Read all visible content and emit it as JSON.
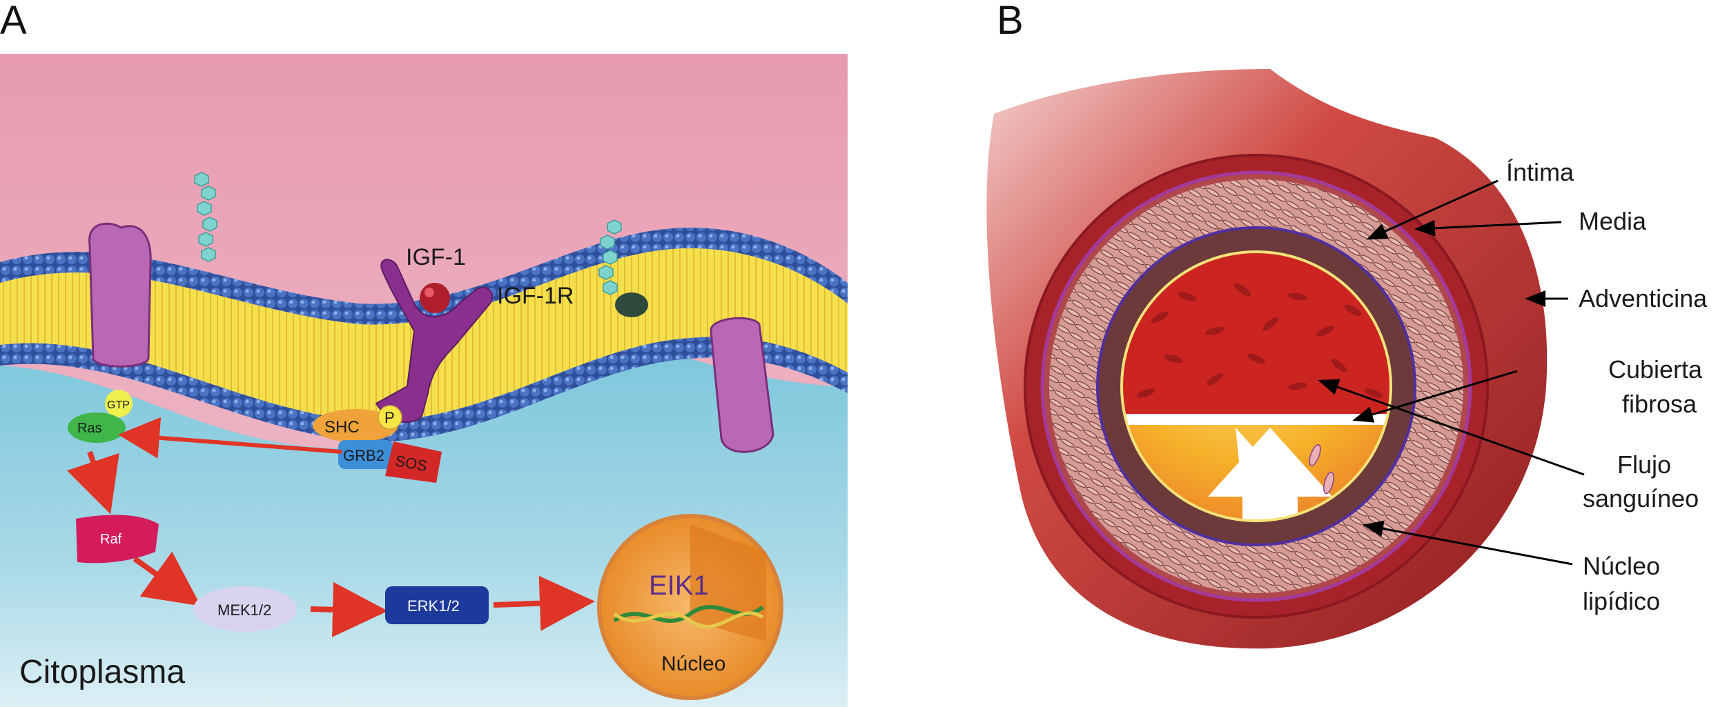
{
  "panel_a": {
    "letter": "A",
    "labels": {
      "igf1": "IGF-1",
      "igf1r": "IGF-1R",
      "gtp": "GTP",
      "ras": "Ras",
      "shc": "SHC",
      "p": "P",
      "grb2": "GRB2",
      "sos": "SOS",
      "raf": "Raf",
      "mek": "MEK1/2",
      "erk": "ERK1/2",
      "eik": "EIK1",
      "nucleus": "Núcleo",
      "cytoplasm": "Citoplasma"
    },
    "colors": {
      "extracellular": "#e8a0b4",
      "cytoplasm": "#86cde0",
      "membrane_heads": "#3a63b0",
      "membrane_tails": "#f6e04a",
      "receptor": "#8a2f8e",
      "channel": "#b968b5",
      "arrow": "#e03426",
      "raf": "#d41b5c",
      "erk": "#1c3a9c"
    }
  },
  "panel_b": {
    "letter": "B",
    "labels": {
      "intima": "Íntima",
      "media": "Media",
      "adventicia": "Adventicina",
      "cubierta_line1": "Cubierta",
      "cubierta_line2": "fibrosa",
      "flujo_line1": "Flujo",
      "flujo_line2": "sanguíneo",
      "nucleo_line1": "Núcleo",
      "nucleo_line2": "lipídico"
    },
    "colors": {
      "adventitia": "#b3262b",
      "media": "#c98a84",
      "blood": "#cc2420",
      "lipid_core": "#f4b125",
      "border_line": "#4f2fa0"
    }
  }
}
